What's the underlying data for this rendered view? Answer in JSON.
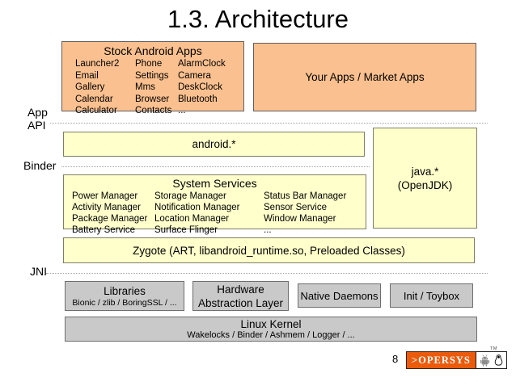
{
  "slide": {
    "title": "1.3. Architecture",
    "page_number": "8"
  },
  "side_labels": {
    "app_api_line1": "App",
    "app_api_line2": "API",
    "binder": "Binder",
    "jni": "JNI"
  },
  "boxes": {
    "stock_apps": {
      "title": "Stock Android Apps",
      "columns": [
        [
          "Launcher2",
          "Email",
          "Gallery",
          "Calendar",
          "Calculator"
        ],
        [
          "Phone",
          "Settings",
          "Mms",
          "Browser",
          "Contacts"
        ],
        [
          "AlarmClock",
          "Camera",
          "DeskClock",
          "Bluetooth",
          "..."
        ]
      ]
    },
    "your_apps": {
      "title": "Your Apps / Market Apps"
    },
    "android_api": {
      "title": "android.*"
    },
    "java_api": {
      "line1": "java.*",
      "line2": "(OpenJDK)"
    },
    "system_services": {
      "title": "System Services",
      "columns": [
        [
          "Power Manager",
          "Activity Manager",
          "Package Manager",
          "Battery Service"
        ],
        [
          "Storage Manager",
          "Notification Manager",
          "Location Manager",
          "Surface Flinger"
        ],
        [
          "Status Bar Manager",
          "Sensor Service",
          "Window Manager",
          "..."
        ]
      ]
    },
    "zygote": {
      "title": "Zygote (ART, libandroid_runtime.so, Preloaded Classes)"
    },
    "libraries": {
      "title": "Libraries",
      "subtitle": "Bionic / zlib / BoringSSL / ..."
    },
    "hal": {
      "line1": "Hardware",
      "line2": "Abstraction Layer"
    },
    "native_daemons": {
      "title": "Native Daemons"
    },
    "init_toybox": {
      "title": "Init / Toybox"
    },
    "linux_kernel": {
      "title": "Linux Kernel",
      "subtitle": "Wakelocks / Binder / Ashmem / Logger / ..."
    }
  },
  "footer": {
    "logo_text": ">OPERSYS",
    "trademark": "TM",
    "icons": [
      "android-robot-icon",
      "tux-penguin-icon"
    ]
  },
  "colors": {
    "app_box_fill": "#FAC08F",
    "api_box_fill": "#FFFFCC",
    "native_box_fill": "#C9C9C9",
    "logo_orange": "#EA5B0C"
  }
}
